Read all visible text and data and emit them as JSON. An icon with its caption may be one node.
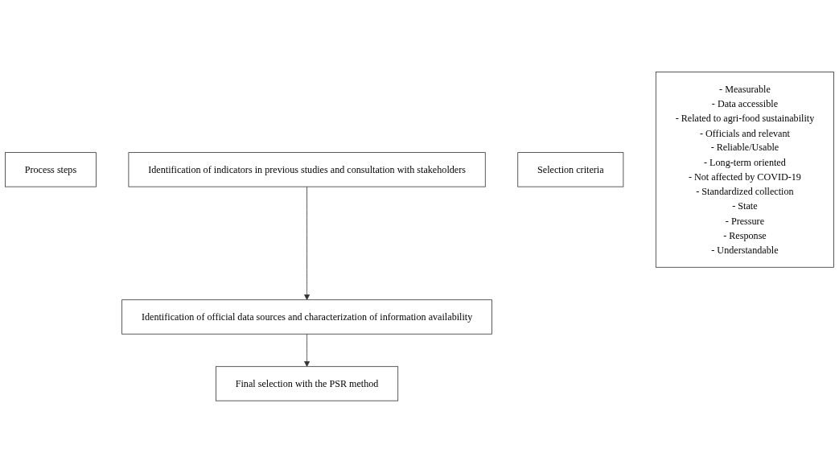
{
  "diagram": {
    "nodes": [
      {
        "text": [
          "Process steps"
        ]
      },
      {
        "text": [
          "Identification of indicators in previous studies and consultation with stakeholders"
        ]
      },
      {
        "text": [
          "Identification of official data sources and characterization of information availability"
        ]
      },
      {
        "text": [
          "Final selection with the PSR method"
        ]
      },
      {
        "text": [
          "Selection  criteria"
        ]
      },
      {
        "text": [
          "- Measurable",
          "- Data accessible",
          "- Related to agri-food sustainability",
          "- Officials and relevant",
          "- Reliable/Usable",
          "- Long-term oriented",
          "- Not affected by COVID-19",
          "- Standardized collection",
          "- State",
          "- Pressure",
          "- Response",
          "- Understandable"
        ]
      }
    ],
    "edges": [
      {
        "from": 1,
        "to": 2,
        "arrow": "to"
      },
      {
        "from": 2,
        "to": 3,
        "arrow": "to"
      }
    ]
  }
}
